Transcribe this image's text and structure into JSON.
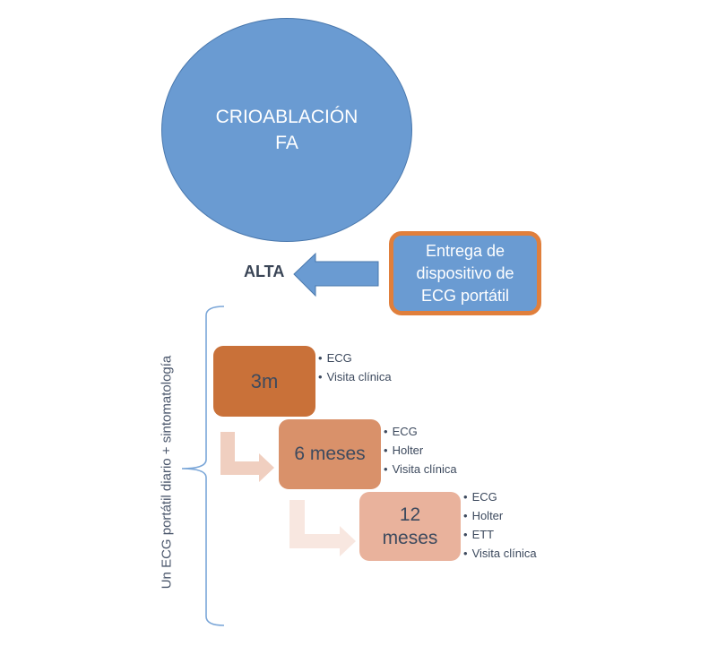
{
  "diagram": {
    "start_node": {
      "lines": [
        "CRIOABLACIÓN",
        "FA"
      ]
    },
    "device_box": {
      "lines": [
        "Entrega de",
        "dispositivo de",
        "ECG portátil"
      ]
    },
    "discharge_label": "ALTA",
    "monitoring_label": "Un ECG portátil diario + sintomatología",
    "stages": [
      {
        "lines": [
          "3m"
        ],
        "items": [
          "ECG",
          "Visita clínica"
        ]
      },
      {
        "lines": [
          "6 meses"
        ],
        "items": [
          "ECG",
          "Holter",
          "Visita clínica"
        ]
      },
      {
        "lines": [
          "12",
          "meses"
        ],
        "items": [
          "ECG",
          "Holter",
          "ETT",
          "Visita clínica"
        ]
      }
    ]
  },
  "colors": {
    "blue": "#6a9bd2",
    "orange_border": "#e07f3c",
    "stage_3m": "#c97139",
    "stage_6m": "#d9916a",
    "stage_12m": "#e9b29c",
    "text_dark": "#3d4a5e"
  }
}
